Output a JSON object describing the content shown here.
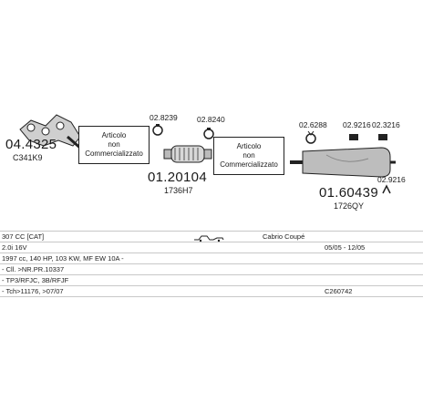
{
  "diagram": {
    "parts": [
      {
        "code": "04.4325",
        "sub": "C341K9"
      },
      {
        "code": "01.20104",
        "sub": "1736H7"
      },
      {
        "code": "01.60439",
        "sub": "1726QY"
      }
    ],
    "small_codes": [
      "02.8239",
      "02.8240",
      "02.6288",
      "02.9216",
      "02.3216",
      "02.9216"
    ],
    "notes": [
      {
        "lines": [
          "Articolo",
          "non",
          "Commercializzato"
        ]
      },
      {
        "lines": [
          "Articolo",
          "non",
          "Commercializzato"
        ]
      }
    ]
  },
  "info": {
    "rows": [
      {
        "left": "307 CC  [CAT]",
        "middle": "Cabrio Coupé",
        "right": ""
      },
      {
        "left": "2.0i 16V",
        "middle": "",
        "right": "05/05 - 12/05"
      },
      {
        "left": "1997 cc, 140 HP, 103 KW, MF EW 10A -",
        "middle": "",
        "right": ""
      },
      {
        "left": "- Cll. >NR.PR.10337",
        "middle": "",
        "right": ""
      },
      {
        "left": "- TP3/RFJC, 3B/RFJF",
        "middle": "",
        "right": ""
      },
      {
        "left": "- Tch>11176, >07/07",
        "middle": "",
        "right": "C260742"
      }
    ]
  }
}
